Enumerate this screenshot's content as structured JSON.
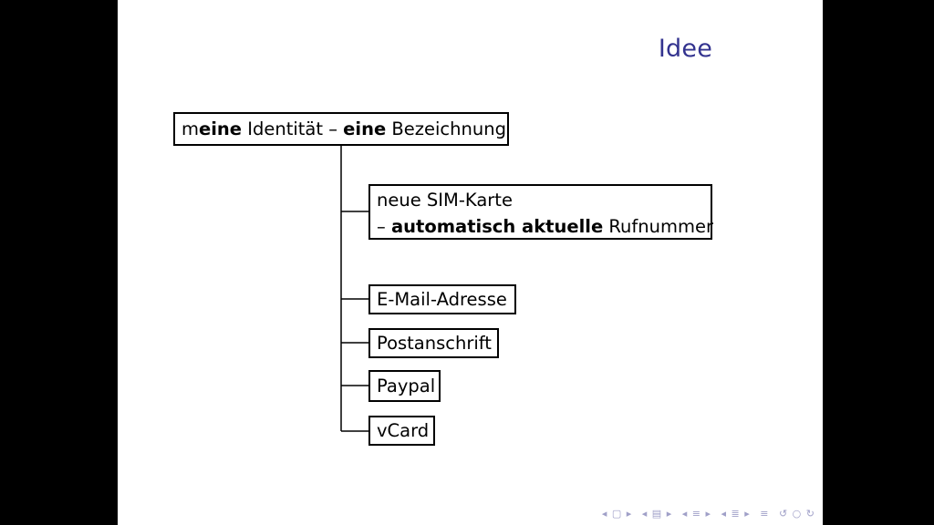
{
  "slide": {
    "title": "Idee"
  },
  "diagram": {
    "root": {
      "part1": "m",
      "part2": "eine",
      "part3": " Identität – ",
      "part4": "eine",
      "part5": " Bezeichnung"
    },
    "children": {
      "sim": {
        "line1": "neue SIM-Karte",
        "line2_prefix": "– ",
        "line2_bold": "automatisch aktuelle",
        "line2_suffix": " Rufnummer"
      },
      "mail": "E-Mail-Adresse",
      "post": "Postanschrift",
      "paypal": "Paypal",
      "vcard": "vCard"
    }
  },
  "nav": {
    "icons": [
      "nav-frame-back-icon",
      "nav-frame-forward-icon",
      "nav-subsection-icon",
      "nav-section-icon",
      "nav-appendix-icon",
      "nav-search-icon"
    ]
  }
}
